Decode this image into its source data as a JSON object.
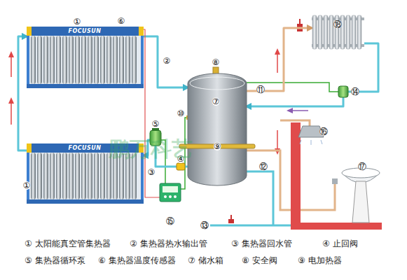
{
  "diagram": {
    "nodes": [
      {
        "text": [
          "FOCUSUN"
        ]
      },
      {
        "text": [
          "FOCUSUN"
        ]
      },
      {
        "text": [
          "⑦"
        ]
      },
      {
        "text": [
          "⑨"
        ],
        "in": 2
      },
      {
        "text": [
          "⑤"
        ]
      },
      {
        "text": [
          "⑮"
        ]
      },
      {
        "text": [
          "⑱"
        ]
      },
      {
        "text": [
          "④"
        ]
      },
      {
        "text": [
          "⑭"
        ]
      }
    ],
    "edges": [
      {
        "from": 0,
        "to": 2,
        "arrow": "to",
        "label": "②"
      },
      {
        "from": 2,
        "to": 7,
        "arrow": "none"
      },
      {
        "from": 7,
        "to": 4,
        "arrow": "none",
        "label": "③"
      },
      {
        "from": 4,
        "to": 1,
        "arrow": "to"
      },
      {
        "from": 1,
        "to": 0,
        "arrow": "to"
      },
      {
        "from": 5,
        "to": 0,
        "arrow": "none"
      },
      {
        "from": 2,
        "to": 6,
        "arrow": "to"
      },
      {
        "from": 6,
        "to": 8,
        "arrow": "none"
      },
      {
        "from": 8,
        "to": 2,
        "arrow": "to"
      }
    ],
    "labels": [
      "①",
      "①",
      "⑥",
      "⑧",
      "⑩",
      "⑪",
      "⑫",
      "⑬",
      "⑯",
      "⑰",
      "鹏万科艺",
      "① 太阳能真空管集热器",
      "② 集热器热水输出管",
      "③ 集热器回水管",
      "④ 止回阀",
      "⑤ 集热器循环泵",
      "⑥ 集热器温度传感器",
      "⑦ 储水箱",
      "⑧ 安全阀",
      "⑨ 电加热器"
    ]
  }
}
